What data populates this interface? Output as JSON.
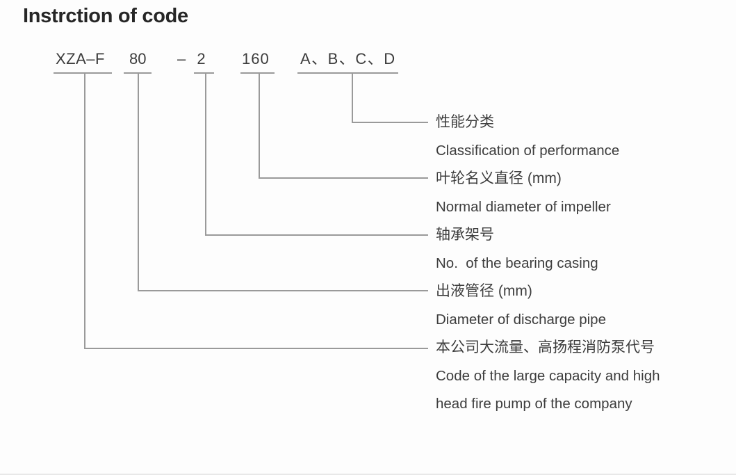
{
  "title": "Instrction of code",
  "code": {
    "parts": [
      {
        "text": "XZA–F"
      },
      {
        "text": "80"
      },
      {
        "text": "– 2"
      },
      {
        "text": "160"
      },
      {
        "text": "A、B、C、D"
      }
    ]
  },
  "labels": [
    {
      "zh": "性能分类",
      "en": "Classification of performance"
    },
    {
      "zh": "叶轮名义直径 (mm)",
      "en": "Normal diameter of impeller"
    },
    {
      "zh": "轴承架号",
      "en": "No.  of the bearing casing"
    },
    {
      "zh": "出液管径 (mm)",
      "en": "Diameter of discharge pipe"
    },
    {
      "zh": "本公司大流量、高扬程消防泵代号",
      "en": "Code of the large capacity and high head fire pump of the company"
    }
  ],
  "colors": {
    "line": "#9a9a9a",
    "text": "#3c3c3c",
    "title": "#262626",
    "background": "#fdfdfd"
  }
}
